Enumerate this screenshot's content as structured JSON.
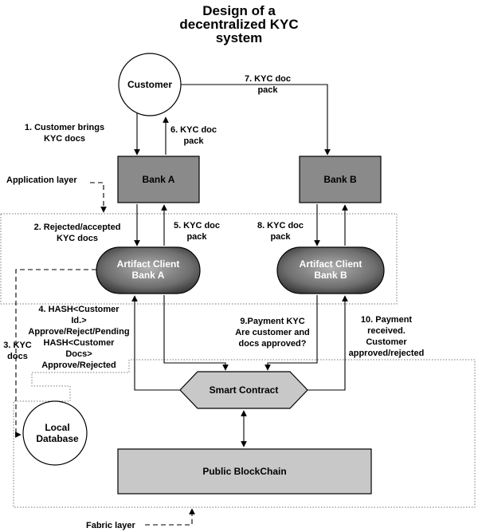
{
  "title": [
    "Design of a",
    "decentralized KYC",
    "system"
  ],
  "nodes": {
    "customer": "Customer",
    "bank_a": "Bank A",
    "bank_b": "Bank B",
    "artifact_a": [
      "Artifact Client",
      "Bank A"
    ],
    "artifact_b": [
      "Artifact Client",
      "Bank B"
    ],
    "smart_contract": "Smart Contract",
    "local_db": [
      "Local",
      "Database"
    ],
    "blockchain": "Public BlockChain"
  },
  "labels": {
    "step1": [
      "1. Customer brings",
      "KYC docs"
    ],
    "step2": [
      "2. Rejected/accepted",
      "KYC docs"
    ],
    "step3": [
      "3. KYC",
      "docs"
    ],
    "step4": [
      "4. HASH<Customer",
      "Id.>",
      "Approve/Reject/Pending",
      "HASH<Customer",
      "Docs>",
      "Approve/Rejected"
    ],
    "step5": [
      "5. KYC doc",
      "pack"
    ],
    "step6": [
      "6. KYC doc",
      "pack"
    ],
    "step7": [
      "7. KYC doc",
      "pack"
    ],
    "step8": [
      "8. KYC doc",
      "pack"
    ],
    "step9": [
      "9.Payment KYC",
      "Are customer and",
      "docs approved?"
    ],
    "step10": [
      "10.  Payment",
      "received.",
      "Customer",
      "approved/rejected"
    ],
    "application_layer": "Application layer",
    "fabric_layer": "Fabric layer"
  }
}
